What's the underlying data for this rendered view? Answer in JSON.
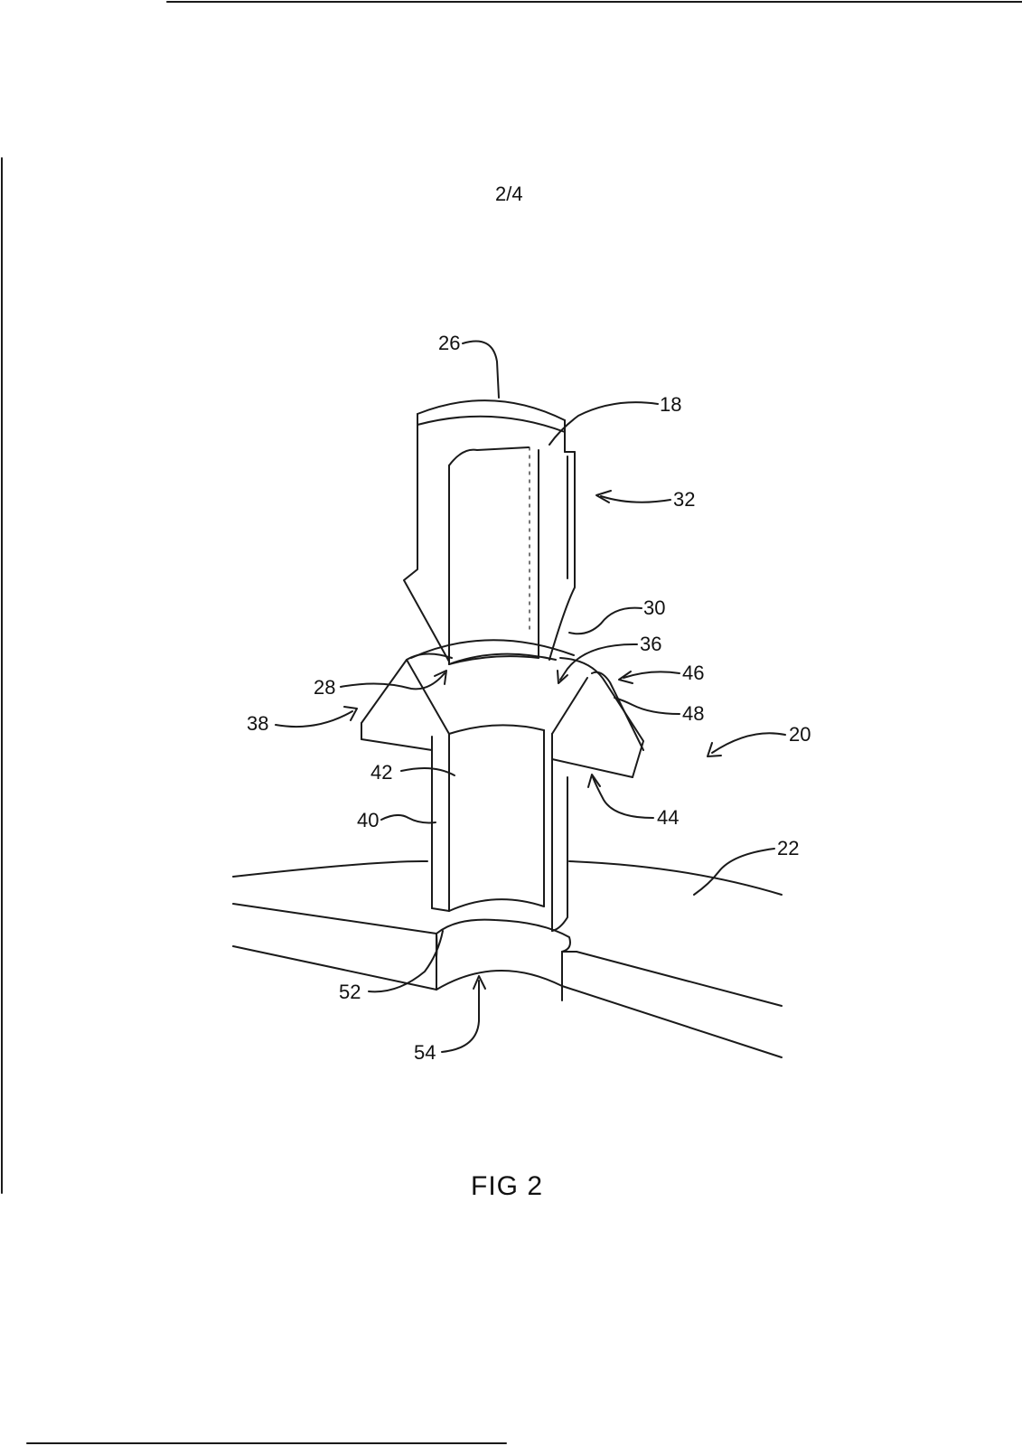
{
  "page": {
    "page_number": "2/4",
    "figure_caption": "FIG 2"
  },
  "reference_numerals": {
    "n18": "18",
    "n20": "20",
    "n22": "22",
    "n26": "26",
    "n28": "28",
    "n30": "30",
    "n32": "32",
    "n36": "36",
    "n38": "38",
    "n40": "40",
    "n42": "42",
    "n44": "44",
    "n46": "46",
    "n48": "48",
    "n52": "52",
    "n54": "54"
  },
  "colors": {
    "line": "#1a1a1a",
    "paper": "#ffffff"
  }
}
